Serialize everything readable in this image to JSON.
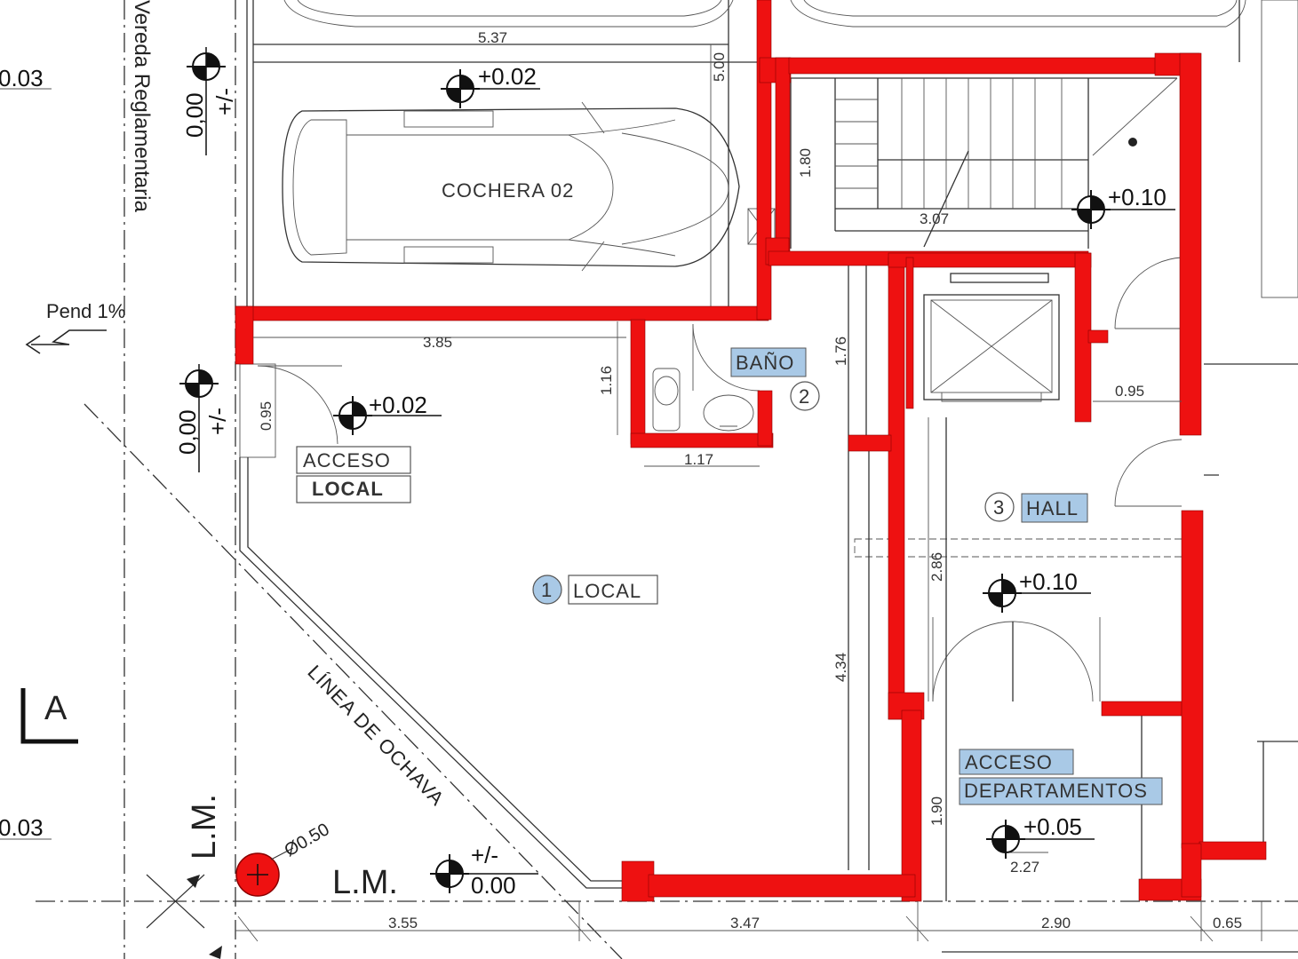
{
  "rooms": {
    "cochera": "COCHERA 02",
    "bano": "BAÑO",
    "bano_num": "2",
    "local": "LOCAL",
    "local_num": "1",
    "hall": "HALL",
    "hall_num": "3",
    "acceso_local_1": "ACCESO",
    "acceso_local_2": "LOCAL",
    "acceso_dep_1": "ACCESO",
    "acceso_dep_2": "DEPARTAMENTOS"
  },
  "levels": {
    "cochera": "+0.02",
    "stairs": "+0.10",
    "local": "+0.02",
    "hall": "+0.10",
    "acceso_dep": "+0.05",
    "lm_top": "+/-",
    "lm_bottom": "0.00",
    "vert_top": "0,00",
    "vert_top_sign": "+/-",
    "vert_mid": "0,00",
    "vert_mid_sign": "+/-",
    "left_top": "0.03",
    "left_bottom": "0.03"
  },
  "dimensions": {
    "d537": "5.37",
    "d500": "5.00",
    "d180": "1.80",
    "d307": "3.07",
    "d385": "3.85",
    "d116": "1.16",
    "d117": "1.17",
    "d176": "1.76",
    "d095a": "0.95",
    "d095b": "0.95",
    "d286": "2.86",
    "d434": "4.34",
    "d190": "1.90",
    "d227": "2.27",
    "d355": "3.55",
    "d347": "3.47",
    "d290": "2.90",
    "d065": "0.65"
  },
  "labels": {
    "vereda": "Vereda Reglamentaria",
    "pend": "Pend 1%",
    "ochava": "LÍNEA DE OCHAVA",
    "lm_vertical": "L.M.",
    "lm_horizontal": "L.M.",
    "diameter": "Ø0.50",
    "section": "A"
  },
  "colors": {
    "wall": "#ee1111",
    "label_fill": "#a9c9e6"
  }
}
